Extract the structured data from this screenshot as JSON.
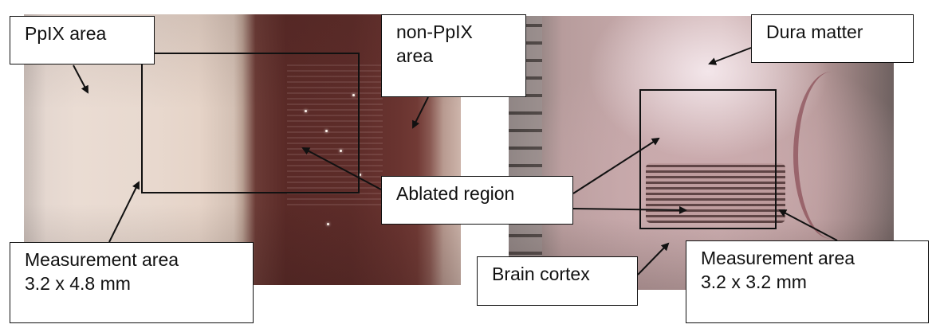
{
  "left_image": {
    "labels": {
      "ppix_area": "PpIX area",
      "non_ppix_area": "non-PpIX\narea",
      "measurement_area": "Measurement area\n3.2 x 4.8 mm"
    }
  },
  "shared": {
    "ablated_region": "Ablated region"
  },
  "right_image": {
    "labels": {
      "dura_matter": "Dura matter",
      "brain_cortex": "Brain cortex",
      "measurement_area": "Measurement area\n3.2 x 3.2 mm"
    }
  },
  "colors": {
    "label_border": "#111111",
    "arrow": "#111111"
  }
}
